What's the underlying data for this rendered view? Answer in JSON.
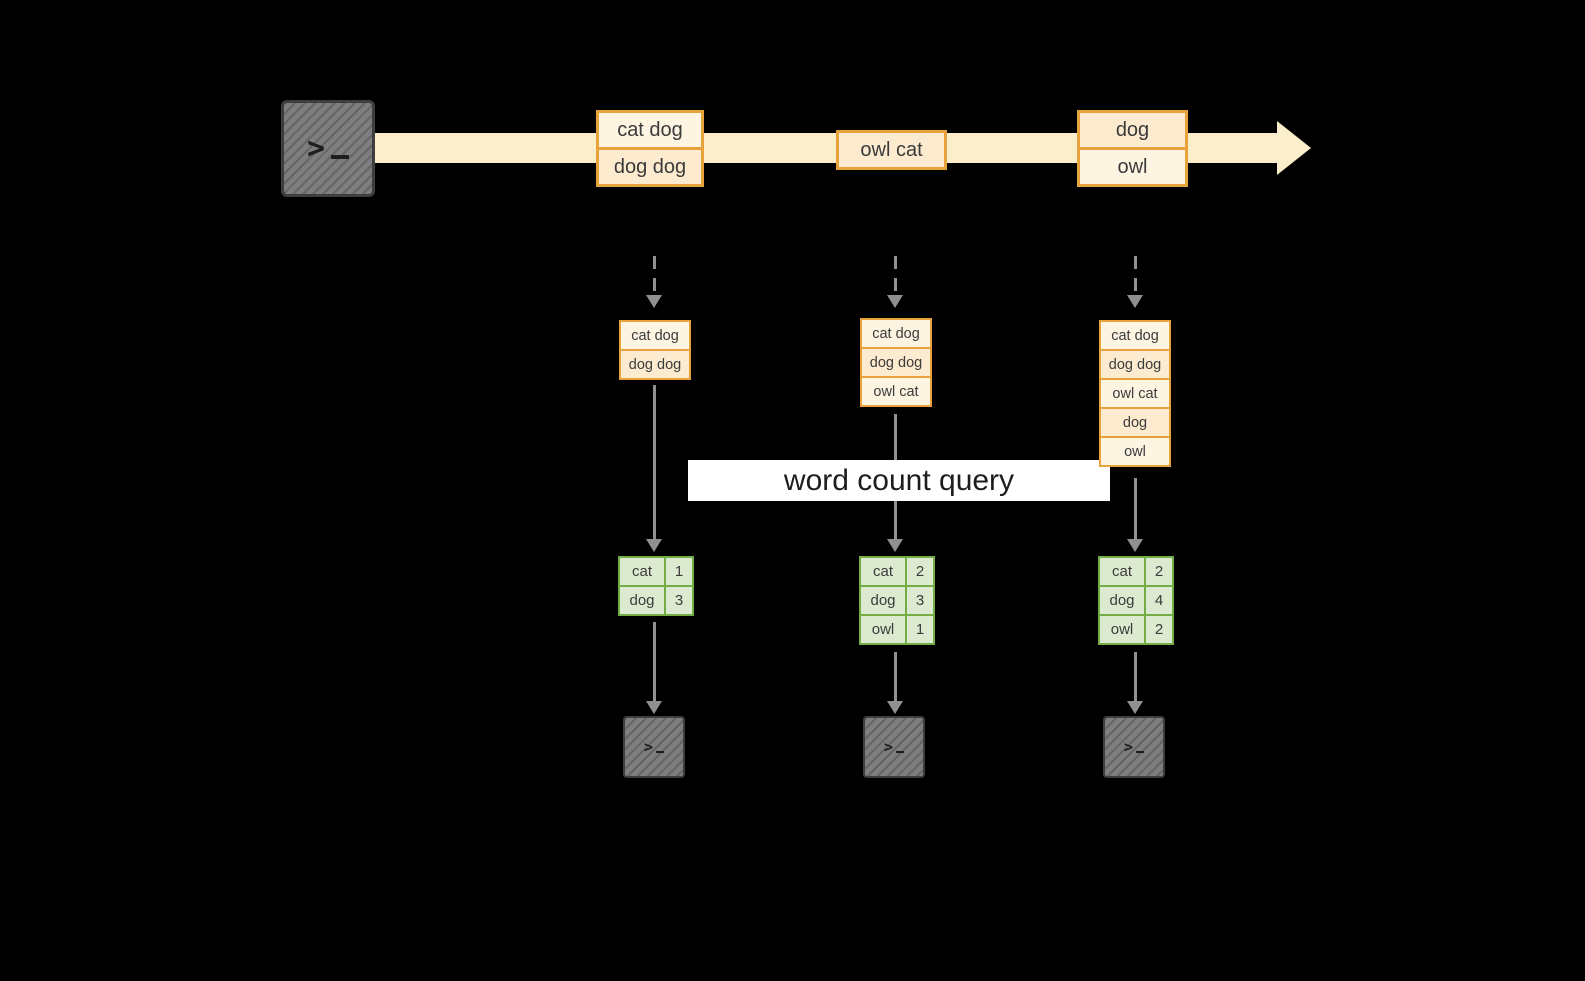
{
  "banner": {
    "label": "word count query"
  },
  "stream_events": [
    {
      "rows": [
        "cat dog",
        "dog dog"
      ]
    },
    {
      "rows": [
        "owl cat"
      ]
    },
    {
      "rows": [
        "dog",
        "owl"
      ]
    }
  ],
  "snapshots": [
    {
      "records": [
        "cat dog",
        "dog dog"
      ],
      "counts": [
        {
          "word": "cat",
          "count": "1"
        },
        {
          "word": "dog",
          "count": "3"
        }
      ]
    },
    {
      "records": [
        "cat dog",
        "dog dog",
        "owl cat"
      ],
      "counts": [
        {
          "word": "cat",
          "count": "2"
        },
        {
          "word": "dog",
          "count": "3"
        },
        {
          "word": "owl",
          "count": "1"
        }
      ]
    },
    {
      "records": [
        "cat dog",
        "dog dog",
        "owl cat",
        "dog",
        "owl"
      ],
      "counts": [
        {
          "word": "cat",
          "count": "2"
        },
        {
          "word": "dog",
          "count": "4"
        },
        {
          "word": "owl",
          "count": "2"
        }
      ]
    }
  ],
  "icons": {
    "source": "terminal-prompt-icon",
    "sink": "terminal-prompt-icon"
  },
  "colors": {
    "background": "#000000",
    "stream_arrow": "#faeecb",
    "event_border": "#e8a23c",
    "event_fill_light": "#fdf4e2",
    "event_fill_dark": "#fcebcf",
    "count_table_border": "#74ad45",
    "count_table_fill": "#dcead0",
    "flow_arrow": "#909090",
    "terminal_fill": "#7e7e7e",
    "banner_background": "#ffffff",
    "banner_text": "#1d1d1d"
  }
}
